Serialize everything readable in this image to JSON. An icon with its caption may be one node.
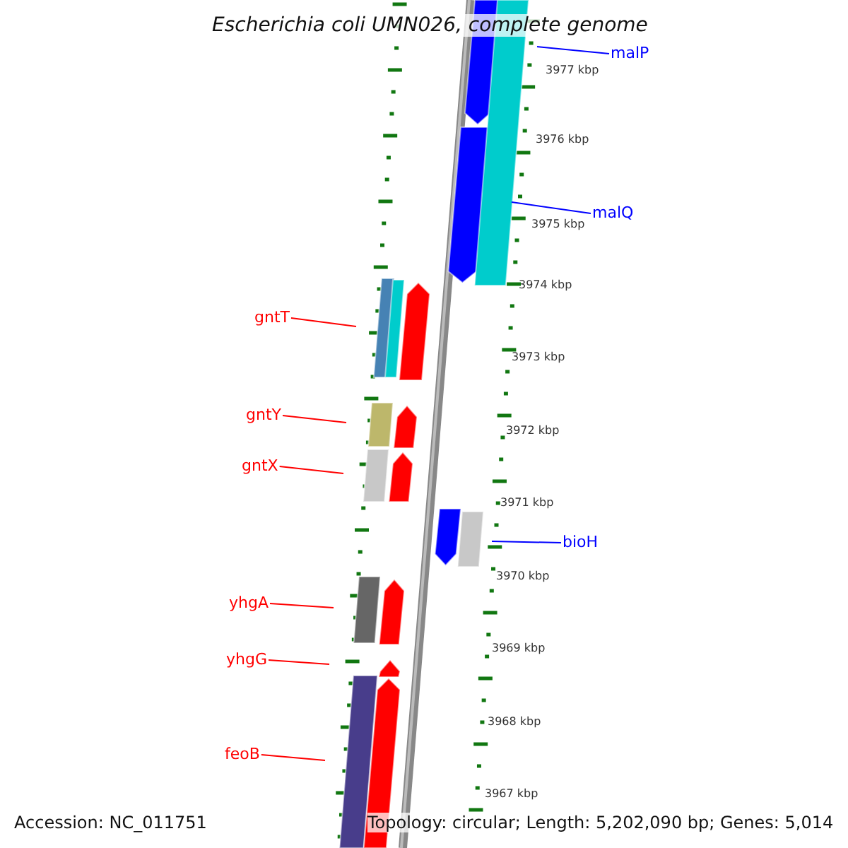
{
  "diagram": {
    "title": "Escherichia coli UMN026, complete genome",
    "nodes": [
      {
        "text": [
          "malP"
        ]
      },
      {
        "text": [
          "malQ"
        ]
      },
      {
        "text": [
          "gntT"
        ]
      },
      {
        "text": [
          "gntY"
        ]
      },
      {
        "text": [
          "gntX"
        ]
      },
      {
        "text": [
          "bioH"
        ]
      },
      {
        "text": [
          "yhgA"
        ]
      },
      {
        "text": [
          "yhgG"
        ]
      },
      {
        "text": [
          "feoB"
        ]
      }
    ],
    "edges": [
      {
        "from": 0,
        "to": null,
        "arrow": "none",
        "color": "#0000ff"
      },
      {
        "from": 1,
        "to": null,
        "arrow": "none",
        "color": "#0000ff"
      },
      {
        "from": 2,
        "to": null,
        "arrow": "none"
      },
      {
        "from": 3,
        "to": null,
        "arrow": "none"
      },
      {
        "from": 4,
        "to": null,
        "arrow": "none"
      },
      {
        "from": 5,
        "to": null,
        "arrow": "none",
        "color": "#0000ff"
      },
      {
        "from": 6,
        "to": null,
        "arrow": "none"
      },
      {
        "from": 7,
        "to": null,
        "arrow": "none"
      },
      {
        "from": 8,
        "to": null,
        "arrow": "none"
      }
    ],
    "labels": [
      "3977 kbp",
      "3976 kbp",
      "3975 kbp",
      "3974 kbp",
      "3973 kbp",
      "3972 kbp",
      "3971 kbp",
      "3970 kbp",
      "3969 kbp",
      "3968 kbp",
      "3967 kbp",
      "Accession: NC_011751",
      "Topology: circular; Length: 5,202,090 bp; Genes: 5,014"
    ]
  }
}
